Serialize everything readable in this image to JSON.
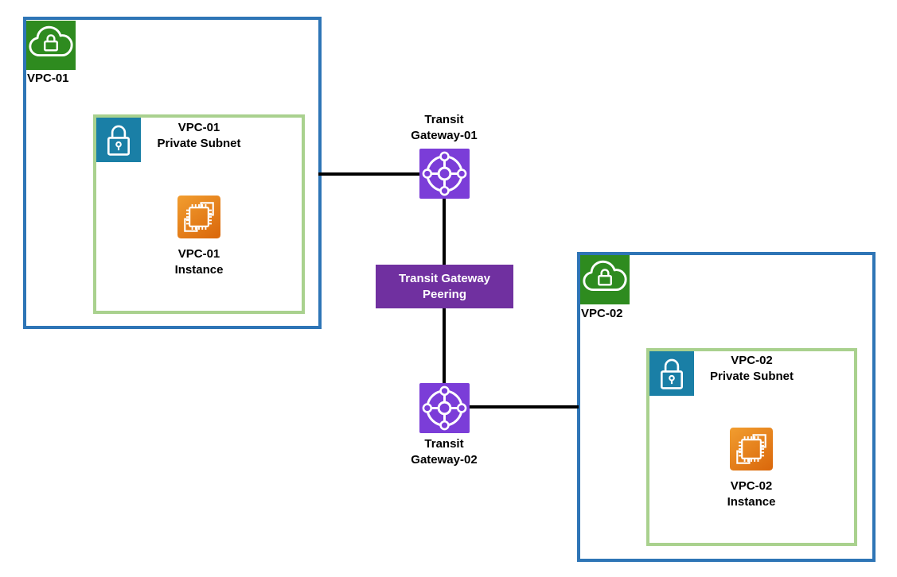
{
  "nodes": {
    "vpc1": {
      "label": "VPC-01"
    },
    "vpc1_subnet": {
      "title_line1": "VPC-01",
      "title_line2": "Private Subnet"
    },
    "vpc1_instance": {
      "label_line1": "VPC-01",
      "label_line2": "Instance"
    },
    "tgw1": {
      "label_line1": "Transit",
      "label_line2": "Gateway-01"
    },
    "peering": {
      "label_line1": "Transit Gateway",
      "label_line2": "Peering"
    },
    "tgw2": {
      "label_line1": "Transit",
      "label_line2": "Gateway-02"
    },
    "vpc2": {
      "label": "VPC-02"
    },
    "vpc2_subnet": {
      "title_line1": "VPC-02",
      "title_line2": "Private Subnet"
    },
    "vpc2_instance": {
      "label_line1": "VPC-02",
      "label_line2": "Instance"
    }
  },
  "icons": {
    "vpc": "cloud-with-lock",
    "private_subnet": "padlock",
    "instance": "chip-with-stacked-squares",
    "transit_gateway": "hub-network"
  },
  "colors": {
    "vpc_border": "#2E75B6",
    "subnet_border": "#A9D18E",
    "vpc_icon_green": "#2E8B1F",
    "subnet_icon_blue": "#1A7FA6",
    "instance_orange_light": "#F09A2D",
    "instance_orange_dark": "#DB6A0D",
    "transit_gateway_purple": "#7B3DD8",
    "peering_purple": "#7030A0",
    "connector": "#000000"
  }
}
